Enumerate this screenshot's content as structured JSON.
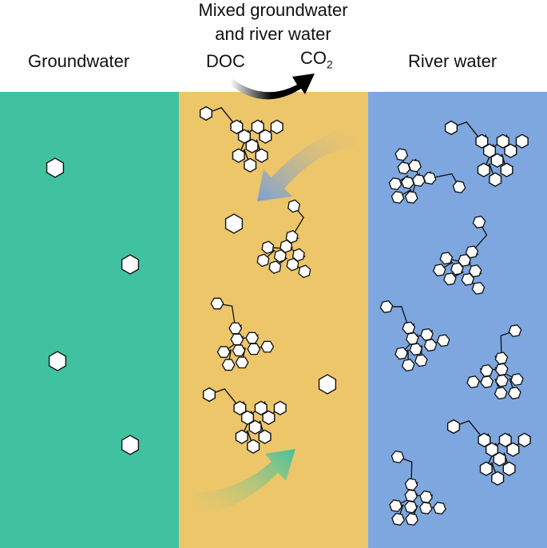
{
  "labels": {
    "groundwater": "Groundwater",
    "mixed_line1": "Mixed groundwater",
    "mixed_line2": "and river water",
    "doc": "DOC",
    "co2_main": "CO",
    "co2_sub": "2",
    "river": "River water"
  },
  "colors": {
    "groundwater": "#40c2a0",
    "mixed": "#edc66a",
    "river": "#7ea7e0",
    "hexagon_fill": "#ffffff",
    "outline": "#111111",
    "arrow_blue": "#7a9fd6",
    "arrow_green": "#44c29c"
  },
  "legend": {
    "doc_to_co2_arrow": "black-curved-arrow"
  }
}
